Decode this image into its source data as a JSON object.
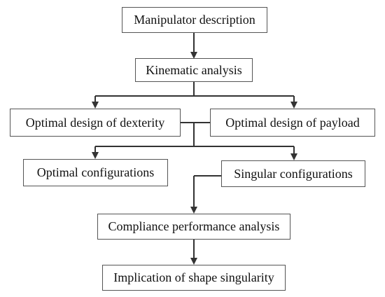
{
  "diagram": {
    "nodes": {
      "manipulator": "Manipulator description",
      "kinematic": "Kinematic analysis",
      "dexterity": "Optimal design of dexterity",
      "payload": "Optimal design of payload",
      "optimal_configs": "Optimal configurations",
      "singular_configs": "Singular configurations",
      "compliance": "Compliance performance analysis",
      "implication": "Implication of shape singularity"
    },
    "colors": {
      "line": "#333333",
      "border": "#555555",
      "text": "#111111"
    }
  }
}
